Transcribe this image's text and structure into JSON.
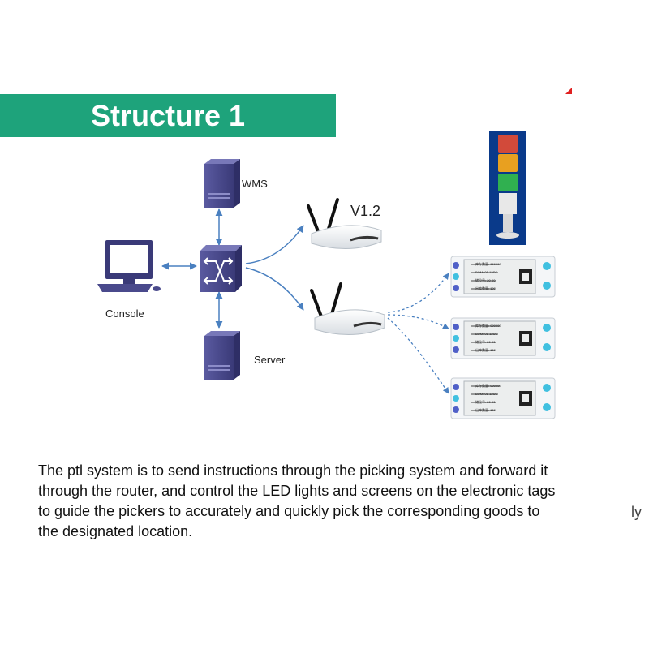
{
  "title": "Structure 1",
  "labels": {
    "wms": "WMS",
    "console": "Console",
    "server": "Server",
    "router_version": "V1.2"
  },
  "tag_screen": {
    "line1": "库存数量: 999999",
    "line2": "BOM: 01-12SC",
    "line3": "储位号: 20-00",
    "line4": "出库数量: 100"
  },
  "description": [
    "The ptl system is to send instructions through the picking system and forward it",
    "through the router, and control the LED lights and screens on the electronic tags",
    "to guide the pickers to accurately and quickly pick the corresponding goods to",
    "the designated location."
  ],
  "stray_char": "ly",
  "colors": {
    "banner": "#1ea37b",
    "device_blue": "#4a4a8c",
    "arrow": "#4a80c0"
  },
  "icons": [
    "wms-server-icon",
    "switch-icon",
    "console-computer-icon",
    "server-icon",
    "router-icon",
    "signal-tower-icon",
    "electronic-tag-icon"
  ]
}
